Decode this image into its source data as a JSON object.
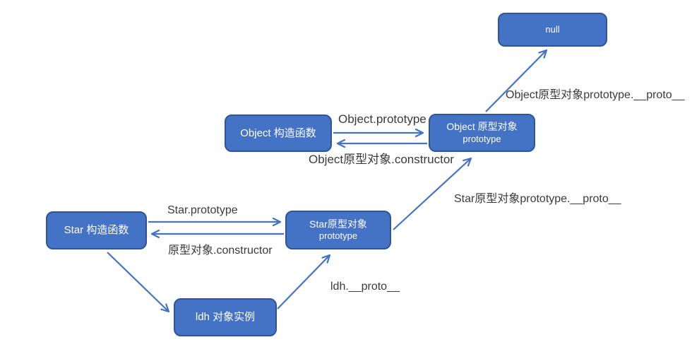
{
  "colors": {
    "background": "#ffffff",
    "box_fill": "#4472c4",
    "box_border": "#2f5597",
    "box_text": "#ffffff",
    "arrow": "#4472c4",
    "label_text": "#3a3a3a"
  },
  "nodes": {
    "null_box": {
      "label": "null"
    },
    "object_constructor": {
      "label": "Object 构造函数"
    },
    "object_prototype": {
      "label_line1": "Object 原型对象",
      "label_line2": "prototype"
    },
    "star_constructor": {
      "label": "Star 构造函数"
    },
    "star_prototype": {
      "label_line1": "Star原型对象",
      "label_line2": "prototype"
    },
    "ldh_instance": {
      "label": "ldh 对象实例"
    }
  },
  "edge_labels": {
    "object_prototype": "Object.prototype",
    "object_constructor_back": "Object原型对象.constructor",
    "object_proto_chain": "Object原型对象prototype.__proto__",
    "star_prototype": "Star.prototype",
    "star_constructor_back": "原型对象.constructor",
    "star_proto_chain": "Star原型对象prototype.__proto__",
    "ldh_proto": "ldh.__proto__"
  }
}
